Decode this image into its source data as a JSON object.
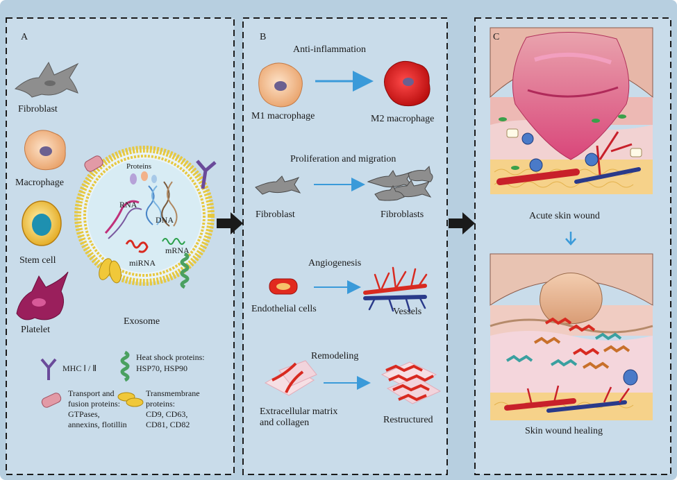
{
  "panels": {
    "a": {
      "letter": "A",
      "cells": [
        "Fibroblast",
        "Macrophage",
        "Stem cell",
        "Platelet"
      ],
      "exosome": {
        "title": "Exosome",
        "cargo": [
          "Proteins",
          "RNA",
          "DNA",
          "mRNA",
          "miRNA"
        ]
      },
      "legend": {
        "mhc": "MHC Ⅰ / Ⅱ",
        "hsp_line1": "Heat shock proteins:",
        "hsp_line2": "HSP70, HSP90",
        "transport_line1": "Transport and",
        "transport_line2": "fusion proteins:",
        "transport_line3": "GTPases,",
        "transport_line4": "annexins, flotillin",
        "tm_line1": "Transmembrane",
        "tm_line2": "proteins:",
        "tm_line3": "CD9, CD63,",
        "tm_line4": "CD81, CD82"
      }
    },
    "b": {
      "letter": "B",
      "steps": [
        {
          "title": "Anti-inflammation",
          "from": "M1 macrophage",
          "to": "M2 macrophage"
        },
        {
          "title": "Proliferation and migration",
          "from": "Fibroblast",
          "to": "Fibroblasts"
        },
        {
          "title": "Angiogenesis",
          "from": "Endothelial cells",
          "to": "Vessels"
        },
        {
          "title": "Remodeling",
          "from_line1": "Extracellular matrix",
          "from_line2": "and collagen",
          "to": "Restructured"
        }
      ]
    },
    "c": {
      "letter": "C",
      "top": "Acute skin wound",
      "bottom": "Skin wound healing"
    }
  },
  "colors": {
    "panel_bg": "#c9dcea",
    "frame_bg": "#b7cfe0",
    "dash": "#1a1a1a",
    "arrow_blue": "#3a9ad9",
    "arrow_black": "#1a1a1a"
  }
}
